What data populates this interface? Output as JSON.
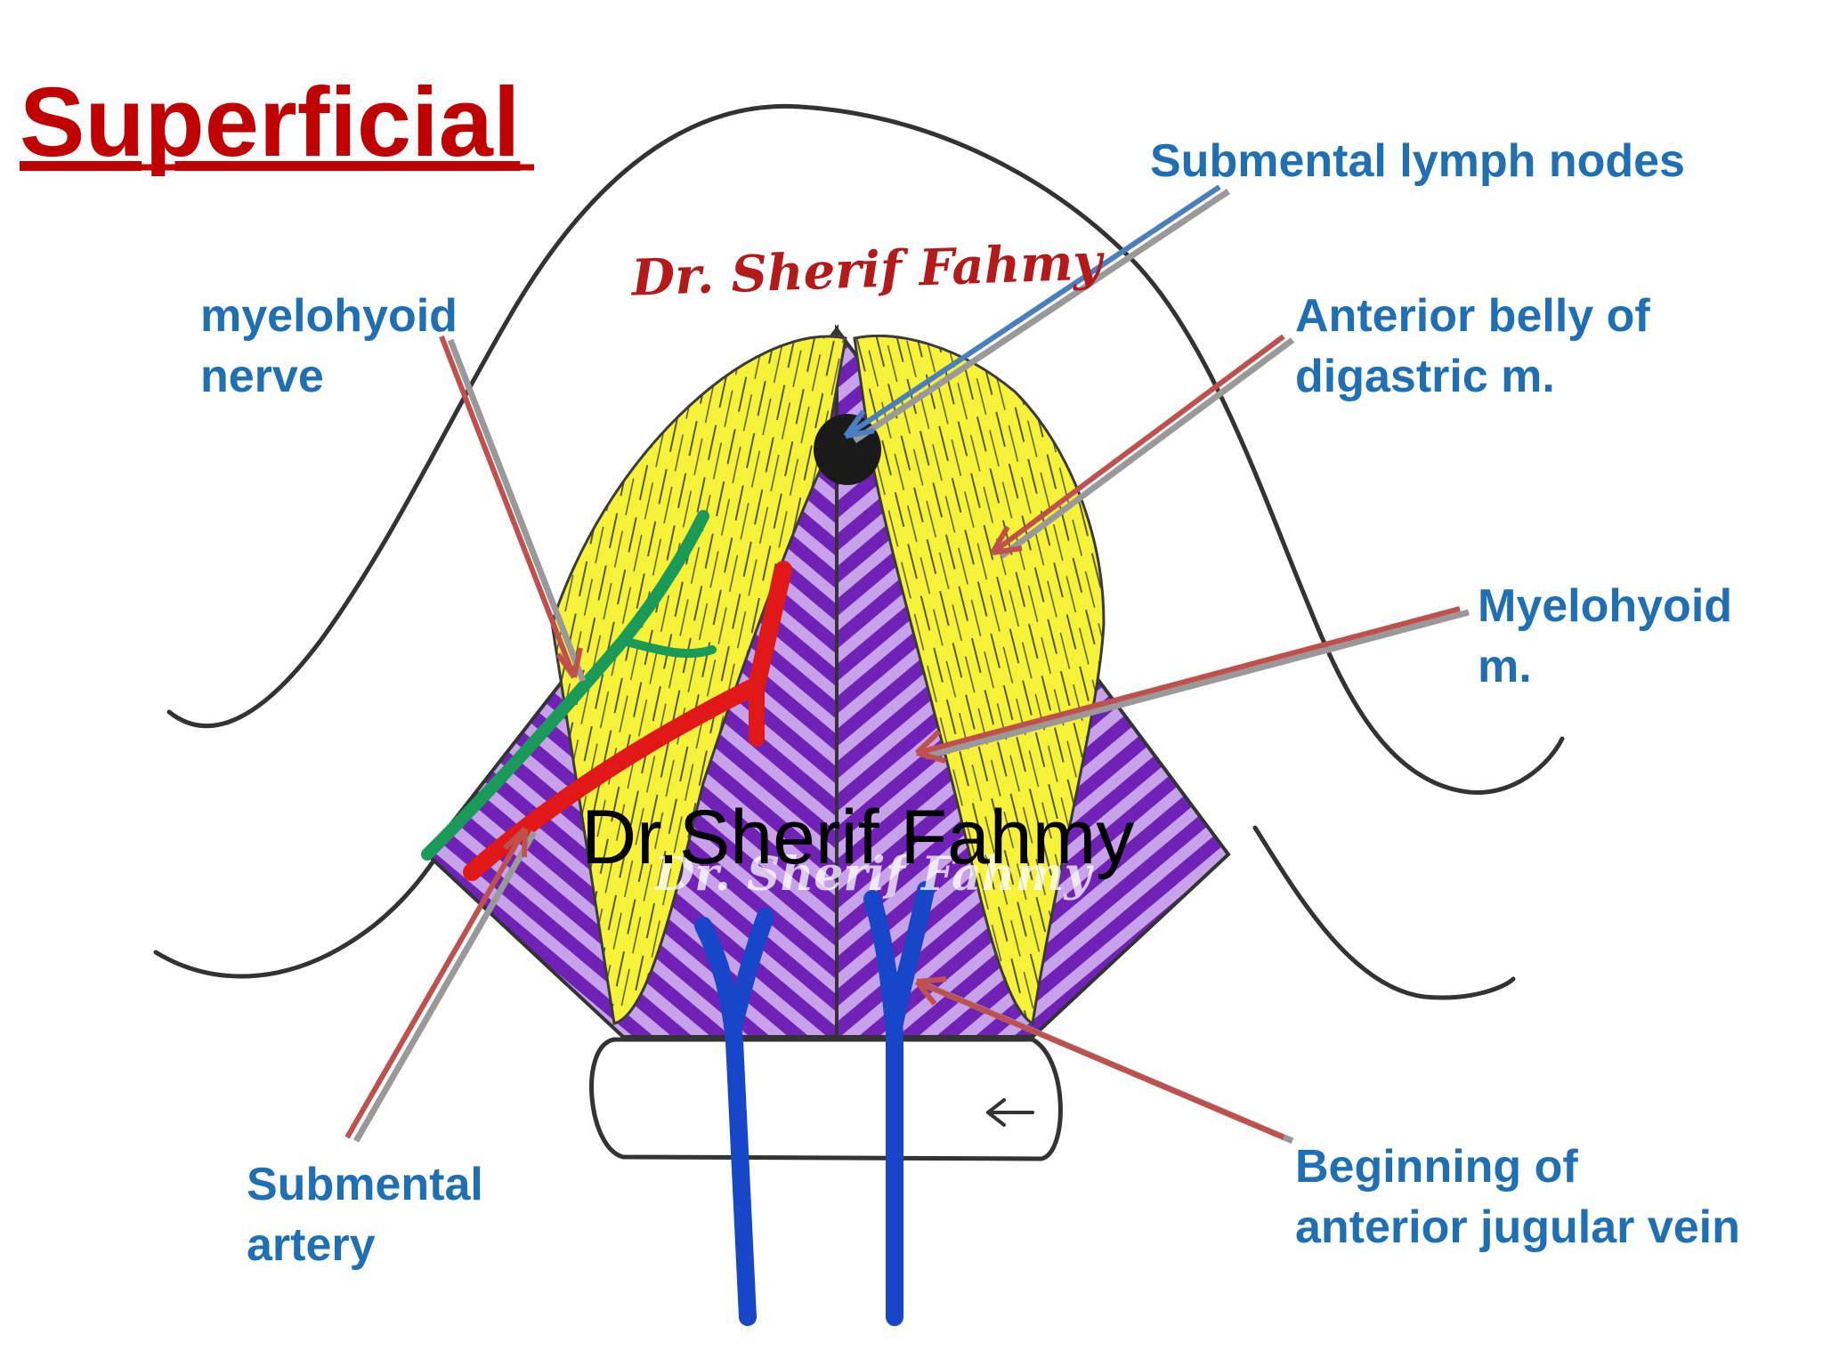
{
  "title": "Superficial",
  "watermarks": {
    "top_red": "Dr. Sherif Fahmy",
    "center_black": "Dr.Sherif Fahmy",
    "center_white": "Dr. Sherif Fahmy"
  },
  "labels": {
    "submental_lymph_nodes": "Submental lymph nodes",
    "myelohyoid_nerve_1": "myelohyoid",
    "myelohyoid_nerve_2": "nerve",
    "anterior_belly_1": "Anterior belly of",
    "anterior_belly_2": "digastric m.",
    "myelohyoid_m_1": "Myelohyoid",
    "myelohyoid_m_2": "m.",
    "submental_artery_1": "Submental",
    "submental_artery_2": "artery",
    "jugular_1": "Beginning of",
    "jugular_2": "anterior jugular vein"
  },
  "colors": {
    "title": "#c00000",
    "label_text": "#1f6fb5",
    "muscle_purple": "#7b2fbf",
    "muscle_purple_light": "#c39be6",
    "digastric_yellow": "#f6f23a",
    "vein_blue": "#1746c9",
    "artery_red": "#e01818",
    "nerve_green": "#1a9a58",
    "pointer_red": "#c0504d",
    "pointer_blue": "#4a7ec0"
  }
}
